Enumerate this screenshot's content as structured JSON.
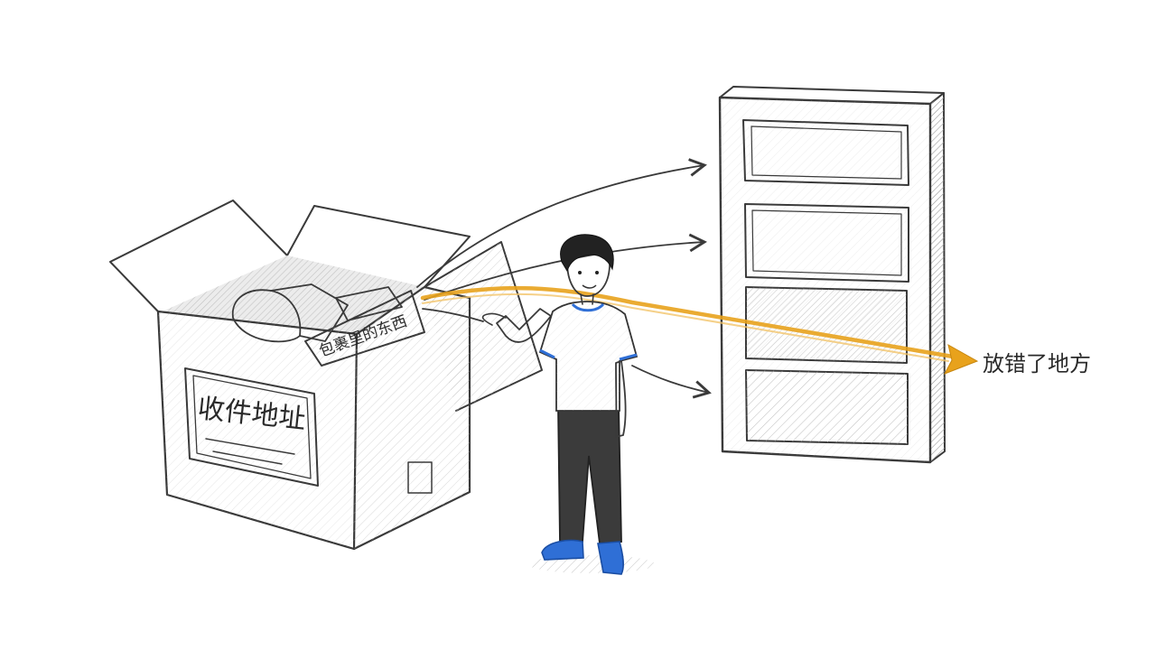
{
  "box_label": "收件地址",
  "item_label": "包裹里的东西",
  "wrong_place_label": "放错了地方",
  "colors": {
    "ink": "#3a3a3a",
    "highlight_arrow": "#e8a21c",
    "shirt_trim": "#2f6fd6",
    "shoes": "#2f6fd6",
    "pants": "#3b3b3b",
    "shelf_shade": "#d9d9d9"
  }
}
